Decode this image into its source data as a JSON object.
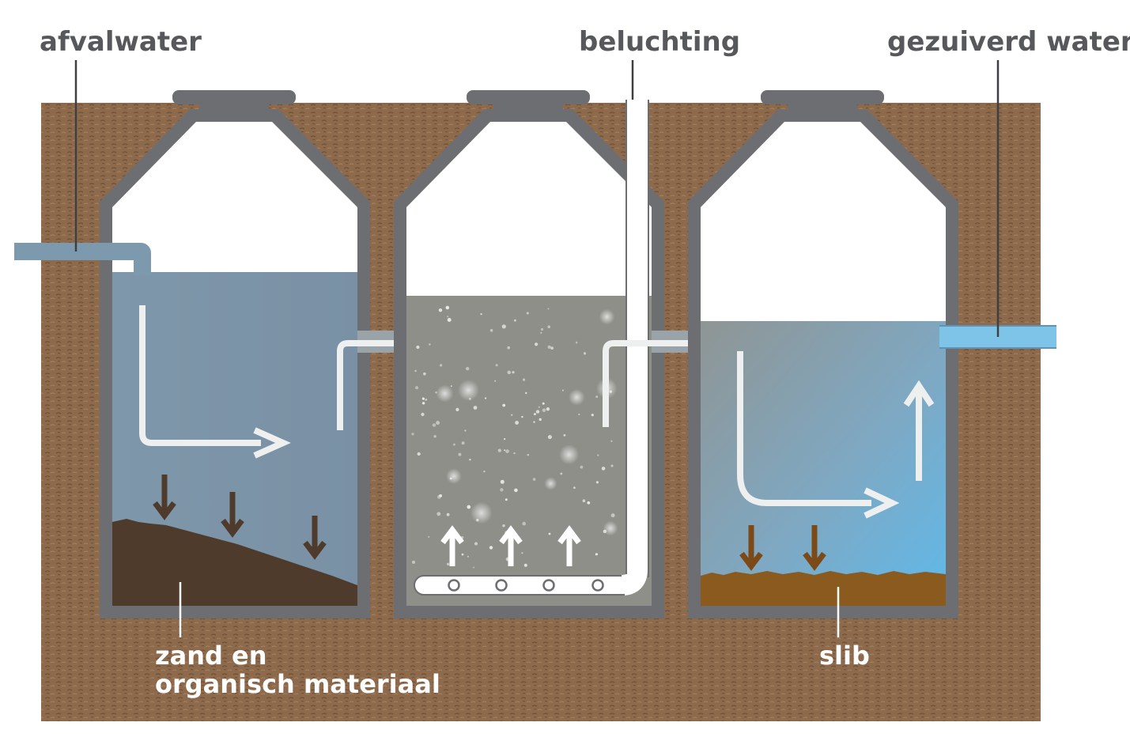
{
  "labels": {
    "inlet": "afvalwater",
    "aeration": "beluchting",
    "outlet": "gezuiverd water",
    "sediment_line1": "zand en",
    "sediment_line2": "organisch materiaal",
    "sludge": "slib"
  },
  "colors": {
    "soil": "#8e6a4c",
    "soil_speckle": "#6f4f35",
    "tank_wall": "#6d6e71",
    "tank1_water": "#7d95a8",
    "tank2_water": "#8d8f88",
    "tank3_water_top": "#8f9a9c",
    "tank3_water_bottom": "#66b8e6",
    "sediment": "#4e3b2c",
    "sludge": "#8b5a1f",
    "pipe": "#7d99ad",
    "outlet_pipe": "#7ec3e8",
    "flow_arrow": "#eef0f0",
    "sink_arrow_dark": "#4e3b2c",
    "sink_arrow_brown": "#7b4a16",
    "label_text": "#56585b"
  },
  "icons": [
    "flow-arrow",
    "sink-arrow",
    "rise-arrow"
  ]
}
